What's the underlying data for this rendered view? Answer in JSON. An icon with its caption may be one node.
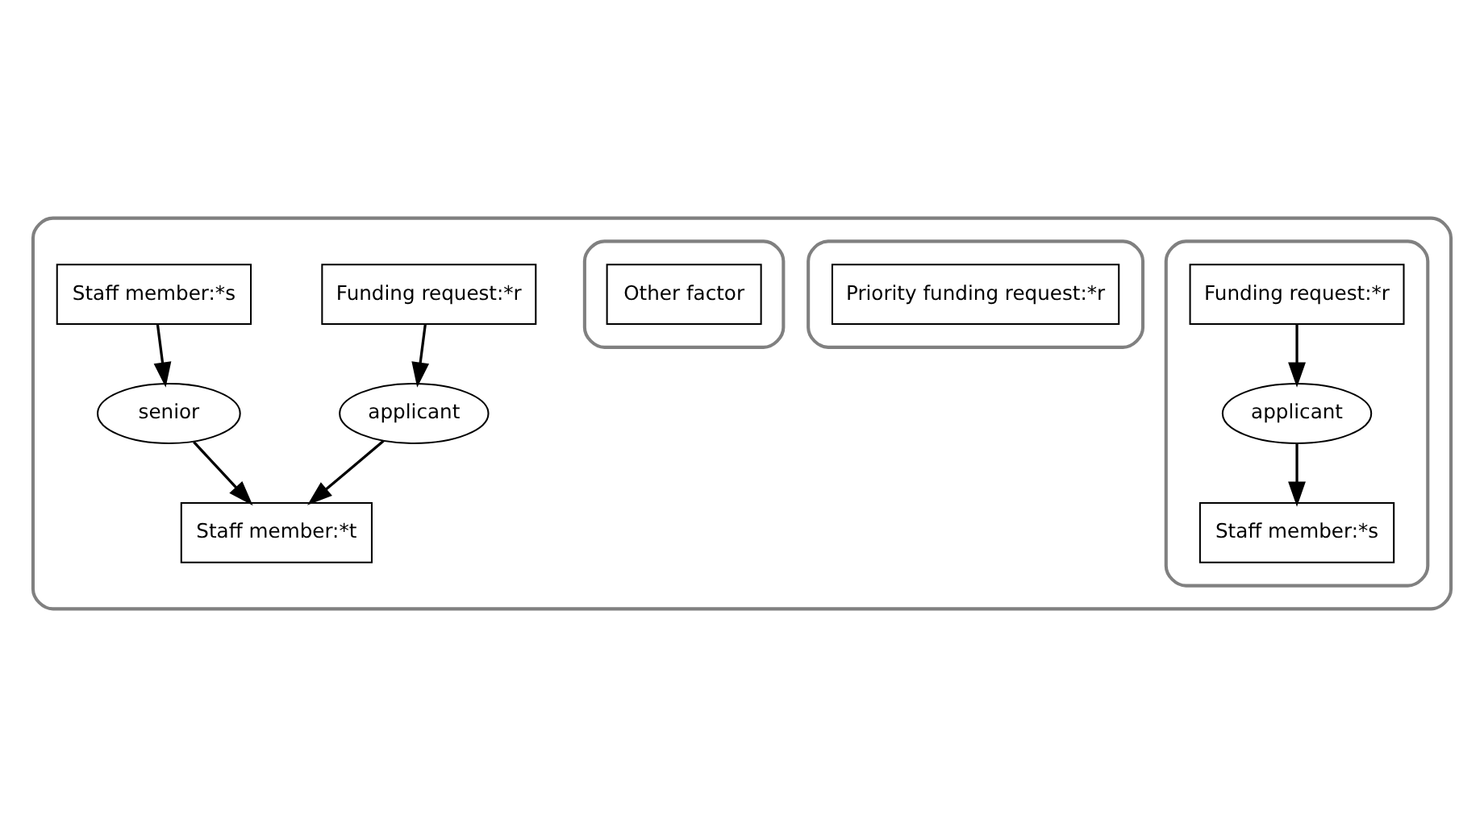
{
  "diagram": {
    "nodes": [
      {
        "text": [],
        "shape": "box"
      },
      {
        "text": [],
        "shape": "box",
        "in": 0
      },
      {
        "text": [
          "Funding request:*r"
        ],
        "in": 1
      },
      {
        "text": [
          "applicant"
        ],
        "in": 1
      },
      {
        "text": [
          "Staff member:*s"
        ],
        "in": 1
      },
      {
        "text": [],
        "shape": "box",
        "in": 0
      },
      {
        "text": [
          "Priority funding request:*r"
        ],
        "in": 5
      },
      {
        "text": [
          "Funding request:*r"
        ],
        "in": 0
      },
      {
        "text": [
          "applicant"
        ],
        "in": 0
      },
      {
        "text": [
          "Staff member:*s"
        ],
        "in": 0
      },
      {
        "text": [
          "senior"
        ],
        "in": 0
      },
      {
        "text": [
          "Staff member:*t"
        ],
        "in": 0
      },
      {
        "text": [],
        "shape": "box",
        "in": 0
      },
      {
        "text": [
          "Other factor"
        ],
        "in": 12
      }
    ],
    "edges": [
      {
        "from": 2,
        "to": 3,
        "arrow": "to"
      },
      {
        "from": 3,
        "to": 4,
        "arrow": "to"
      },
      {
        "from": 7,
        "to": 8,
        "arrow": "to"
      },
      {
        "from": 8,
        "to": 11,
        "arrow": "to"
      },
      {
        "from": 9,
        "to": 10,
        "arrow": "to"
      },
      {
        "from": 10,
        "to": 11,
        "arrow": "to"
      }
    ]
  }
}
